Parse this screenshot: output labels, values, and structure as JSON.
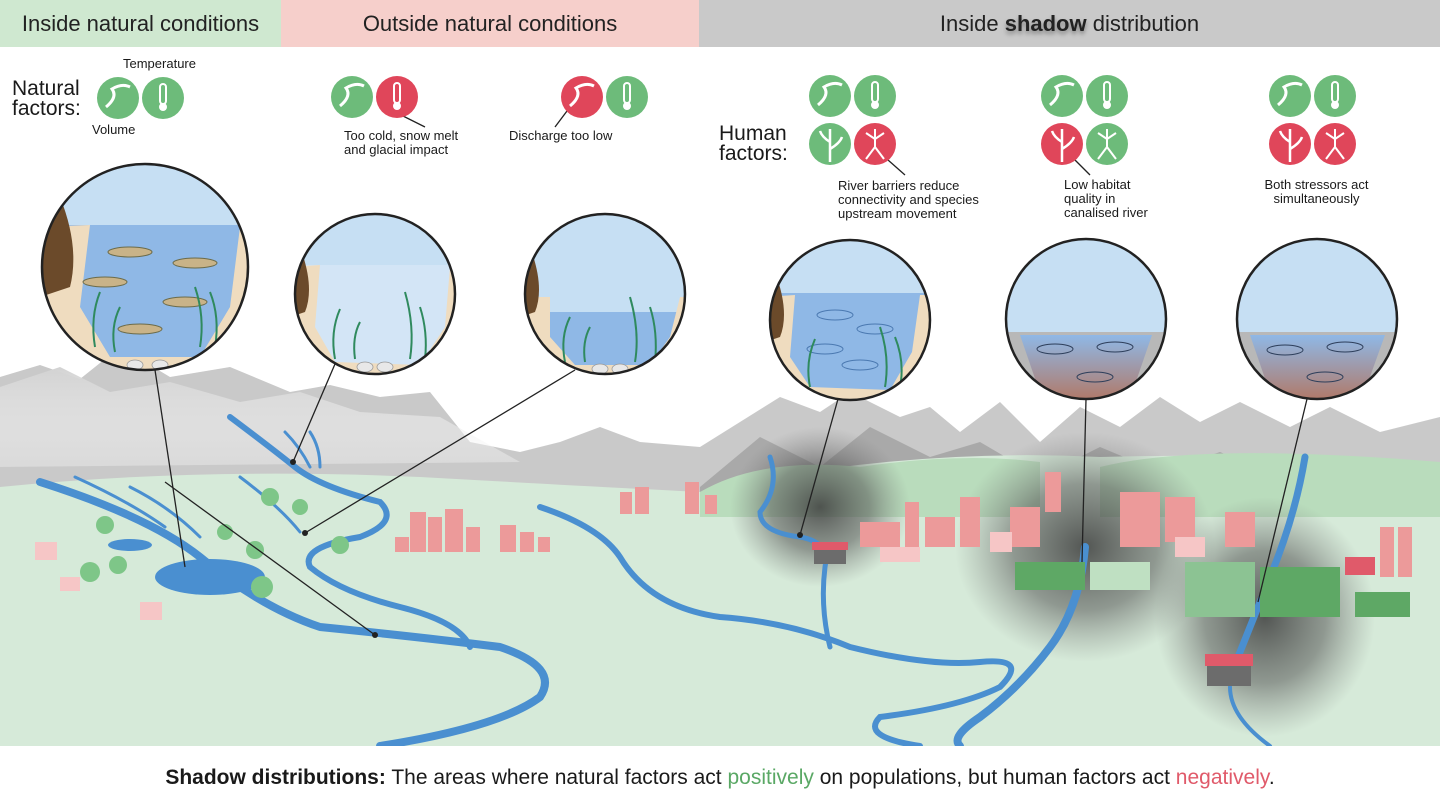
{
  "header": {
    "inside_natural": "Inside natural conditions",
    "outside_natural": "Outside natural conditions",
    "shadow_prefix": "Inside",
    "shadow_bold": "shadow",
    "shadow_suffix": "distribution"
  },
  "labels": {
    "natural_factors_1": "Natural",
    "natural_factors_2": "factors:",
    "temperature": "Temperature",
    "volume": "Volume",
    "too_cold_1": "Too cold, snow melt",
    "too_cold_2": "and glacial impact",
    "discharge_low": "Discharge too low",
    "human_factors_1": "Human",
    "human_factors_2": "factors:",
    "barriers_1": "River barriers reduce",
    "barriers_2": "connectivity and species",
    "barriers_3": "upstream movement",
    "habitat_1": "Low habitat",
    "habitat_2": "quality in",
    "habitat_3": "canalised river",
    "both_1": "Both stressors act",
    "both_2": "simultaneously"
  },
  "footer": {
    "bold": "Shadow distributions:",
    "part1": "The areas where natural factors act",
    "positive": "positively",
    "part2": "on populations, but human factors act",
    "negative": "negatively",
    "end": "."
  },
  "colors": {
    "positive_green": "#6dbb7a",
    "negative_red": "#e0465a",
    "river_blue": "#4a8fd0",
    "water_light": "#bcd9f2",
    "water_mid": "#8fb8e6",
    "land_green": "#d6ead9",
    "mountain_grey": "#c8c8c8",
    "city_pink": "#ec9a9a"
  },
  "icons": {
    "river": "river-wave-icon",
    "thermometer": "thermometer-icon",
    "plant": "aquatic-plant-icon",
    "roots": "riparian-roots-icon"
  }
}
